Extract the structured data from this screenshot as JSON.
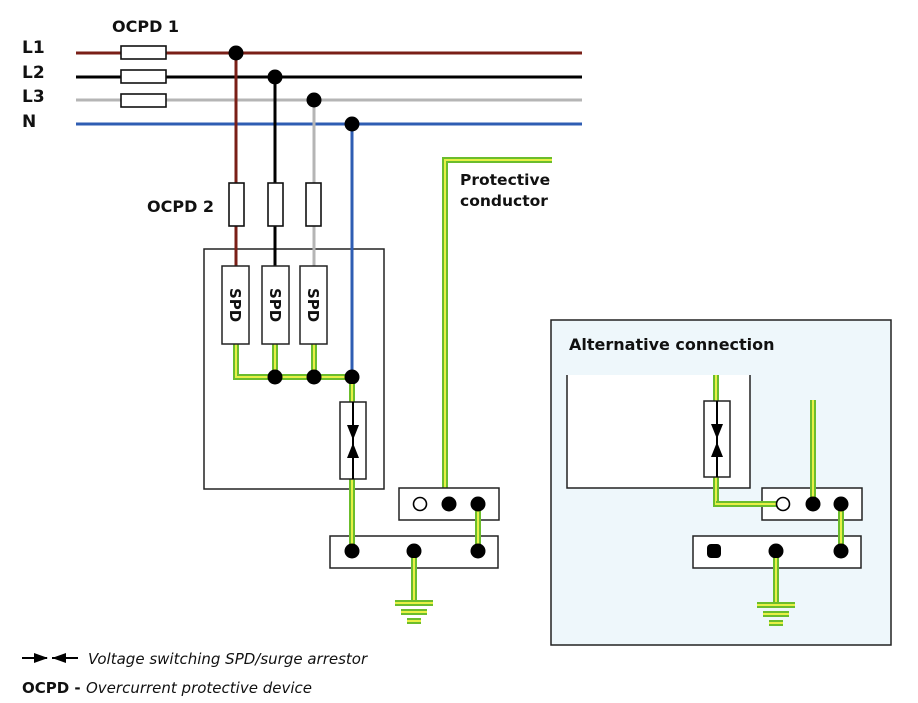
{
  "colors": {
    "L1": "#7a1f17",
    "L2": "#000000",
    "L3": "#b5b5b5",
    "N": "#2f5db3",
    "pe_green": "#6bbd2c",
    "pe_yellow": "#e8f046",
    "alt_panel_bg": "#eef7fb"
  },
  "conductors": {
    "L1": "L1",
    "L2": "L2",
    "L3": "L3",
    "N": "N"
  },
  "ocpd1_label": "OCPD 1",
  "ocpd2_label": "OCPD 2",
  "spd_label": "SPD",
  "spd_units": [
    "SPD",
    "SPD",
    "SPD"
  ],
  "protective_conductor": {
    "line1": "Protective",
    "line2": "conductor"
  },
  "alternative": {
    "title": "Alternative connection"
  },
  "legend": {
    "arrow_symbol_desc": "Voltage switching SPD/surge arrestor",
    "ocpd_abbr": "OCPD -",
    "ocpd_desc": "Overcurrent protective device"
  }
}
